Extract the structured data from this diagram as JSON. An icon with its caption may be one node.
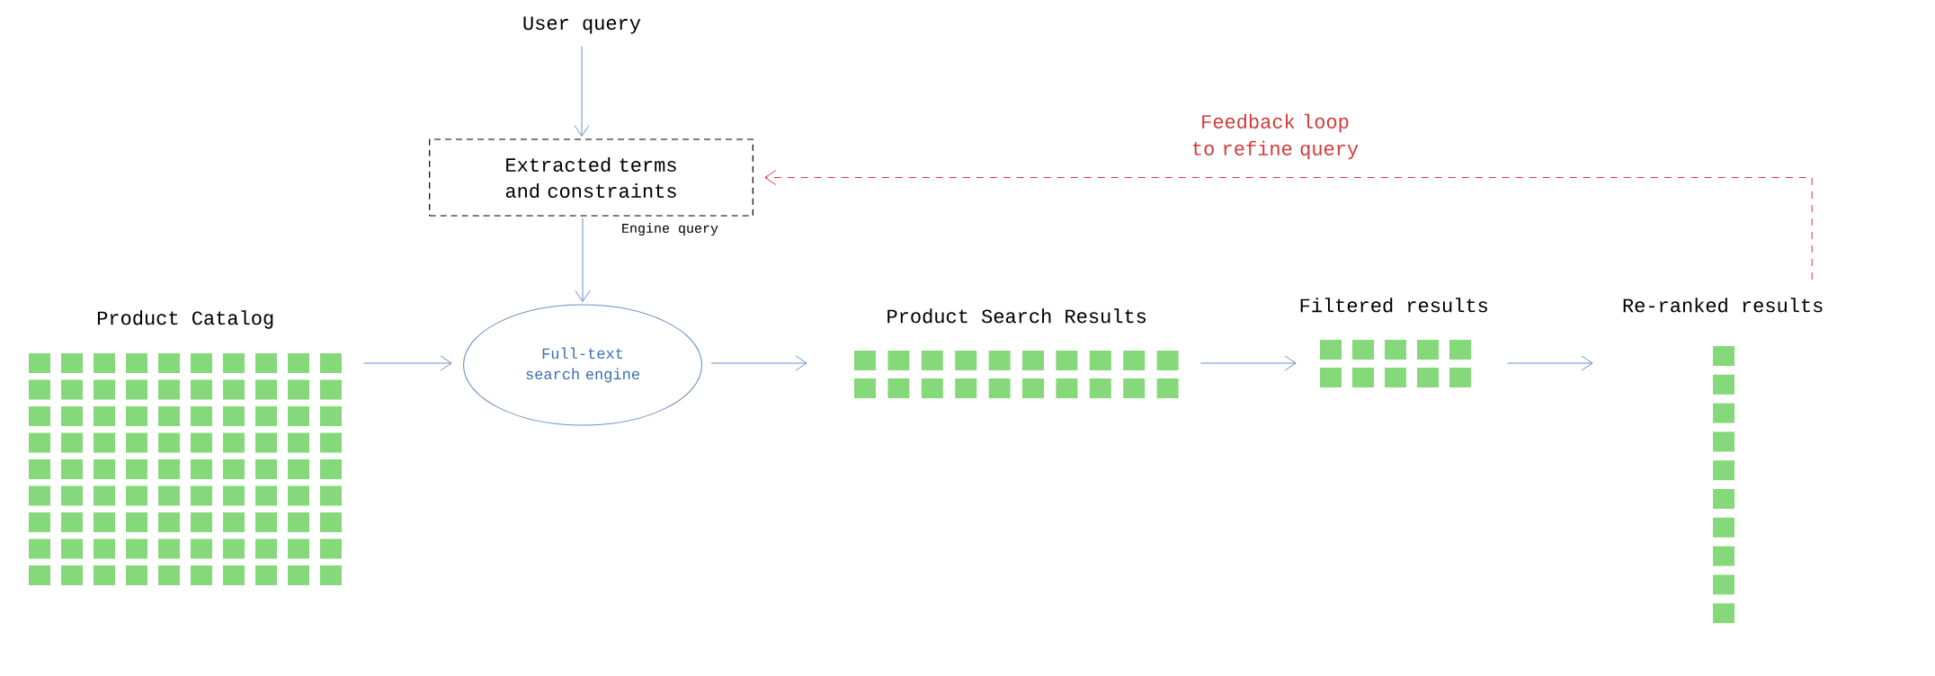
{
  "diagram": {
    "nodes": [
      {
        "text": [
          "User query"
        ]
      },
      {
        "text": [
          "Extracted terms and constraints"
        ],
        "beside": [
          "Engine query"
        ]
      },
      {
        "text": [
          "Product Catalog"
        ]
      },
      {
        "text": [
          "Full-text search engine"
        ]
      },
      {
        "text": [
          "Product Search Results"
        ]
      },
      {
        "text": [
          "Filtered results"
        ]
      },
      {
        "text": [
          "Re-ranked results"
        ]
      }
    ],
    "edges": [
      {
        "from": 0,
        "to": 1,
        "arrow": "to"
      },
      {
        "from": 1,
        "to": 3,
        "arrow": "to"
      },
      {
        "from": 2,
        "to": 3,
        "arrow": "to"
      },
      {
        "from": 3,
        "to": 4,
        "arrow": "to"
      },
      {
        "from": 4,
        "to": 5,
        "arrow": "to"
      },
      {
        "from": 5,
        "to": 6,
        "arrow": "to"
      },
      {
        "from": 6,
        "to": 1,
        "arrow": "to",
        "label": "Feedback loop to refine query",
        "style": "dashed",
        "color": "#d33a3a"
      }
    ]
  }
}
